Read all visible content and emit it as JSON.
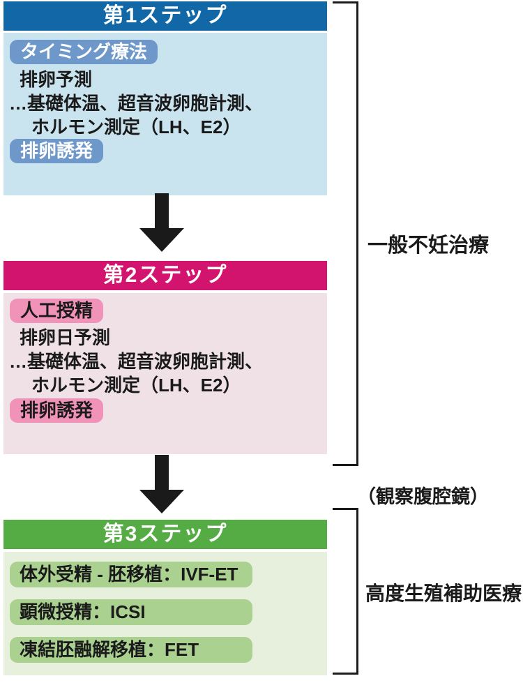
{
  "steps": [
    {
      "title": "第1ステップ",
      "badge_top": "タイミング療法",
      "lines": [
        "排卵予測",
        "…基礎体温、超音波卵胞計測、",
        "ホルモン測定（LH、E2）"
      ],
      "badge_bottom": "排卵誘発"
    },
    {
      "title": "第2ステップ",
      "badge_top": "人工授精",
      "lines": [
        "排卵日予測",
        "…基礎体温、超音波卵胞計測、",
        "ホルモン測定（LH、E2）"
      ],
      "badge_bottom": "排卵誘発"
    },
    {
      "title": "第3ステップ",
      "items": [
        "体外受精 - 胚移植：IVF-ET",
        "顕微授精：ICSI",
        "凍結胚融解移植：FET"
      ]
    }
  ],
  "annotations": {
    "general_label": "一般不妊治療",
    "note": "（観察腹腔鏡）",
    "advanced_label": "高度生殖補助医療"
  },
  "colors": {
    "step1_header": "#1268a6",
    "step1_body": "#c9e3ef",
    "step1_badge": "#6e98ca",
    "step2_header": "#d3146e",
    "step2_body": "#efe1e6",
    "step2_badge": "#f192b8",
    "step3_header": "#55ac45",
    "step3_body": "#e7f0dd",
    "step3_badge": "#abd191",
    "arrow": "#1a1a1a",
    "bracket": "#1a1a1a"
  }
}
